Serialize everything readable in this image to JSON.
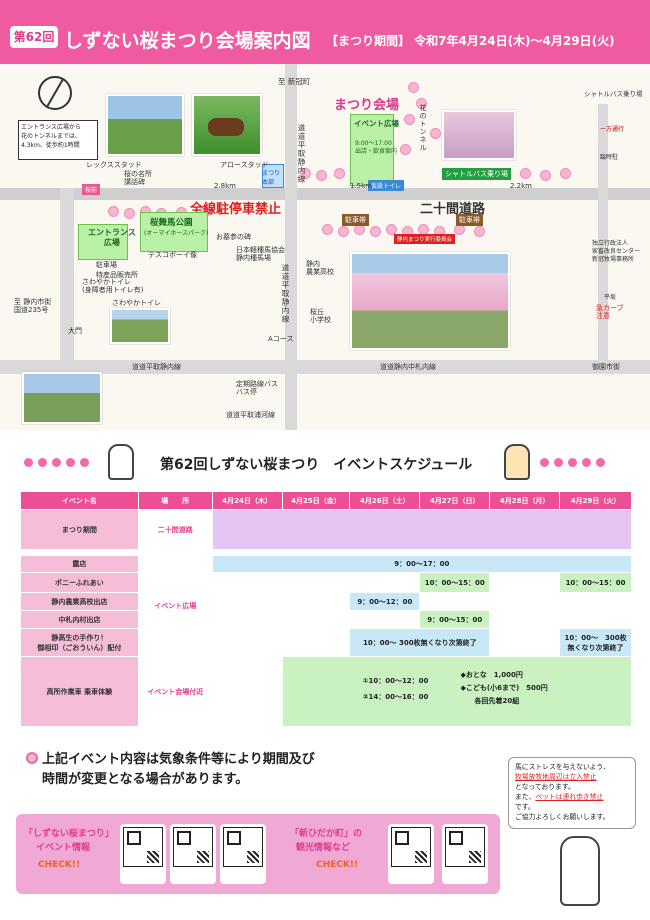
{
  "header": {
    "edition": "第62回",
    "title": "しずない桜まつり会場案内図",
    "period": "【まつり期間】 令和7年4月24日(木)～4月29日(火)"
  },
  "map": {
    "labels": {
      "shinkappu": "至 新冠町",
      "main_venue": "まつり会場",
      "event_plaza": "イベント広場",
      "event_hours": "9:00～17:00",
      "event_sub": "出店・飲食案内",
      "tunnel": "花のトンネル",
      "shuttle": "シャトルバス乗り場",
      "shuttle_top": "シャトルバス乗り場",
      "oneway": "一方通行",
      "kan_parking": "臨時駐",
      "hq": "まつり本部",
      "kasetsu": "仮設トイレ",
      "doro_l": "道道平取静内線",
      "doro_r": "道道平取静内線",
      "nijukken": "二十間道路",
      "no_parking": "全線駐停車禁止",
      "dist1": "2.8km",
      "dist2": "1.5km",
      "dist3": "2.2km",
      "parking1": "駐車帯",
      "parking2": "駐車帯",
      "road_sign": "桜前",
      "leks": "レックススタッド",
      "meisho": "桜の名所\n講話碑",
      "arrow": "アロースタッド",
      "entrance": "エントランス\n広場",
      "parking": "駐車場",
      "shop": "特産品販売所",
      "toilet": "さわやかトイレ\n(身障者用トイレ有)",
      "toilet2": "さわやかトイレ",
      "ouma": "桜舞馬公園",
      "ouma_sub": "(オーマイホースパーク)",
      "teskobo": "テスコボーイ像",
      "ohaka": "お墓参の碑",
      "nihon": "日本軽種馬協会\n静内種馬場",
      "school_high": "静内\n農業高校",
      "school_elem": "桜丘\n小学校",
      "acourse": "Aコース",
      "bus": "定期路線バス\nバス停",
      "urakawa": "道道平取浦河線",
      "naka": "道道静内中札内線",
      "doro_bottom": "道道平取静内線",
      "kokudo": "至 静内市街\n国道235号",
      "oomon": "大門",
      "goei": "御園市街",
      "kyoku": "急カーブ\n注意",
      "heisaka": "平坂",
      "center": "独立行政法人\n家畜改良センター\n新冠牧場事務所",
      "entrance_note": "エントランス広場から\n花のトンネルまでは、\n4.3km、徒歩約1時間",
      "matsuri_sign": "静内まつり実行委員会"
    }
  },
  "schedule": {
    "title": "第62回しずない桜まつり　イベントスケジュール",
    "headers": [
      "イベント名",
      "場　　所",
      "4月24日（木）",
      "4月25日（金）",
      "4月26日（土）",
      "4月27日（日）",
      "4月28日（月）",
      "4月29日（火）"
    ],
    "events": {
      "e1": "まつり期間",
      "e2": "露店",
      "e3": "ポニーふれあい",
      "e4": "静内農業高校出店",
      "e5": "中札内村出店",
      "e6": "静高生の手作り！\n御相印（ごおういん）配付",
      "e7": "高所作業車 乗車体験"
    },
    "locations": {
      "l1": "二十間道路",
      "l2": "イベント広場",
      "l3": "イベント会場付近"
    },
    "cells": {
      "roten": "9：00～17：00",
      "pony1": "10：00～15：00",
      "pony2": "10：00～15：00",
      "noko": "9：00～12：00",
      "naka": "9：00～15：00",
      "goin1": "10：00～ 300枚無くなり次第終了",
      "goin2": "10：00～　300枚\n無くなり次第終了",
      "koso1": "①10：00～12：00",
      "koso2": "②14：00～16：00",
      "koso3": "◆おとな　1,000円",
      "koso4": "◆こども(小6まで)　500円",
      "koso5": "各回先着20組"
    }
  },
  "notes": {
    "main1": "上記イベント内容は気象条件等により期間及び",
    "main2": "時間が変更となる場合があります。",
    "side1": "馬にストレスを与えないよう、",
    "side2": "牧場放牧地周辺は立入禁止",
    "side3": "となっております。",
    "side4": "また、",
    "side5": "ペットは連れ歩き禁止",
    "side6": "です。",
    "side7": "ご協力よろしくお願いします。"
  },
  "footer": {
    "left_label1": "「しずない桜まつり」",
    "left_label2": "イベント情報",
    "left_check": "CHECK!!",
    "right_label1": "「新ひだか町」の",
    "right_label2": "観光情報など",
    "right_check": "CHECK!!"
  },
  "colors": {
    "brand_pink": "#f05aa0",
    "table_header": "#ec4f95",
    "festival_purple": "#e3c4f3",
    "stall_blue": "#c8e8f7",
    "event_green": "#c9f2c0",
    "no_parking_red": "#e02020"
  }
}
